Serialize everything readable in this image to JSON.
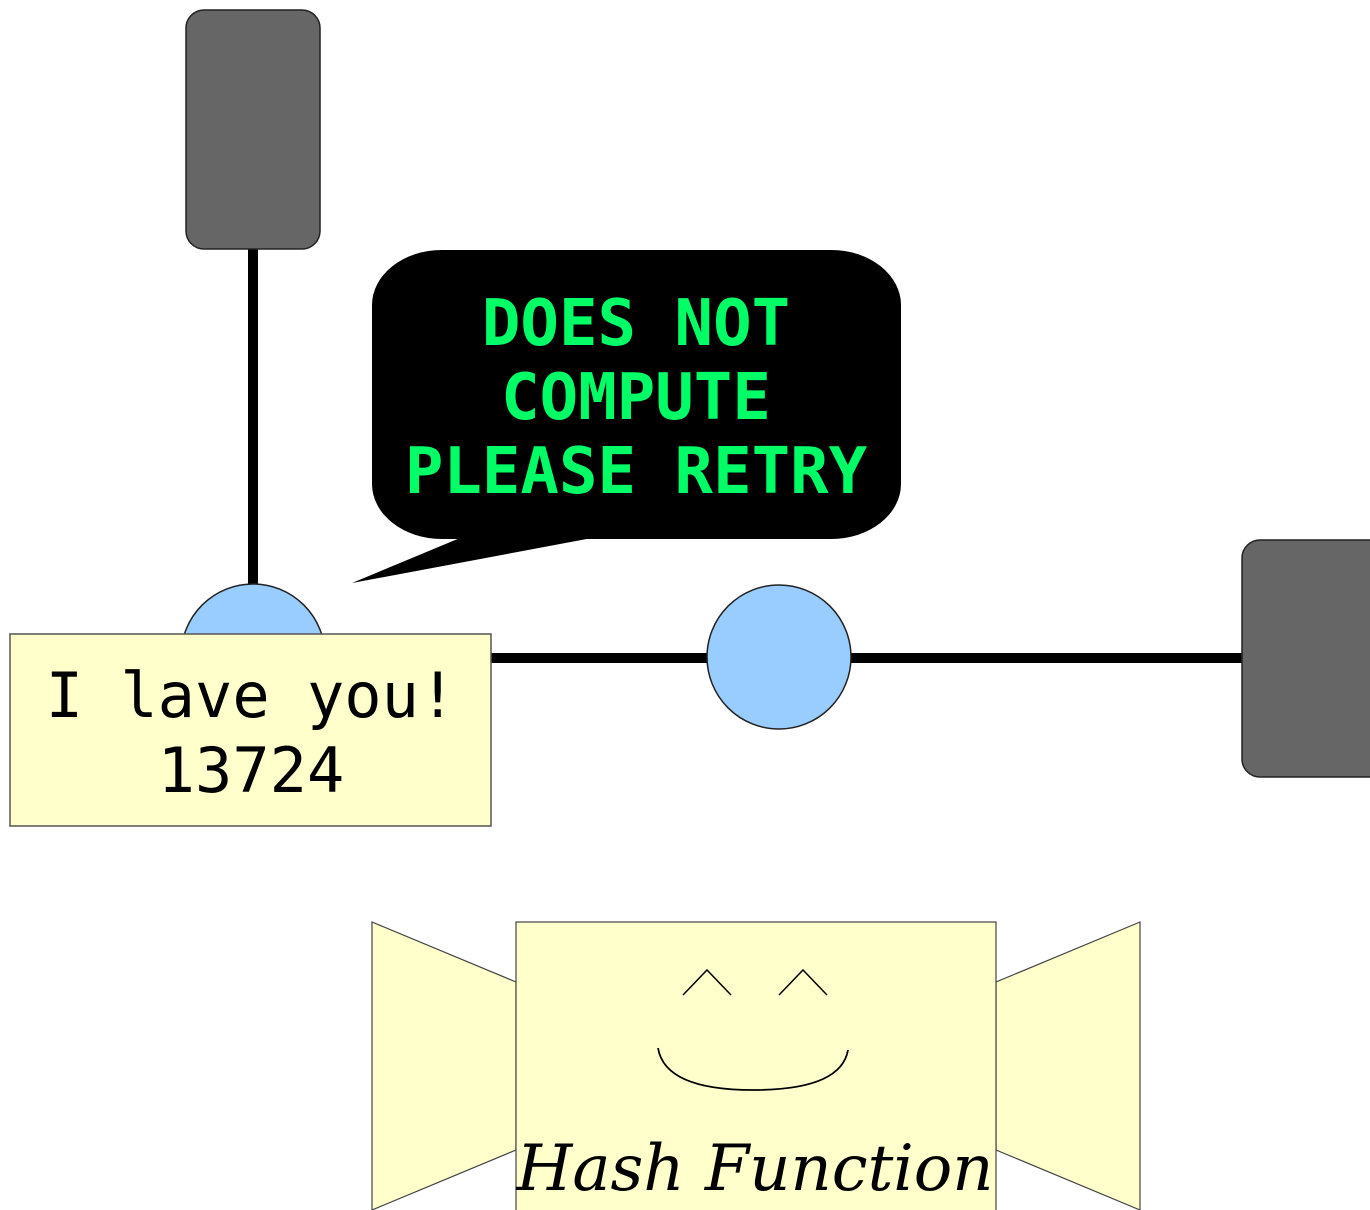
{
  "speech_bubble": {
    "lines": [
      "DOES NOT",
      "COMPUTE",
      "PLEASE RETRY"
    ]
  },
  "note": {
    "line1": "I lave you!",
    "line2": "13724"
  },
  "hash_function": {
    "label": "Hash Function"
  },
  "colors": {
    "background": "#ffffff",
    "terminal": "#666666",
    "node": "#99ccff",
    "wire": "#000000",
    "bubble_fill": "#000000",
    "bubble_text": "#00ff66",
    "note_fill": "#ffffcc",
    "candy_fill": "#ffffcc",
    "outline": "#333333"
  }
}
